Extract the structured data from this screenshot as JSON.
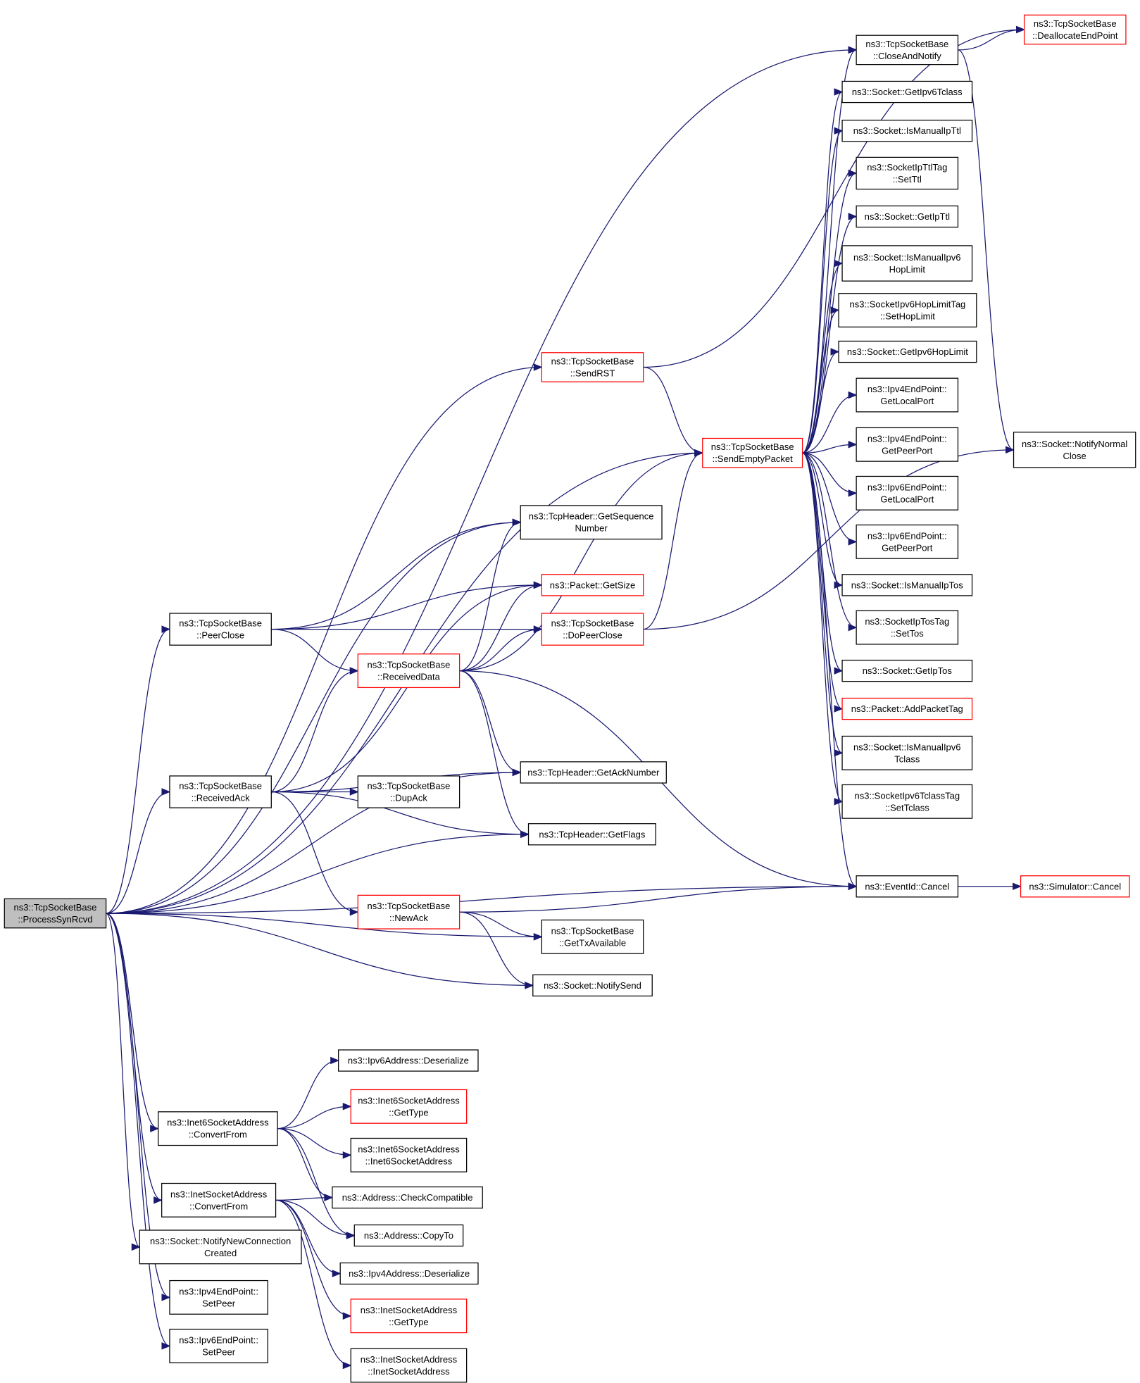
{
  "colors": {
    "edge": "#191970",
    "node_border": "#000000",
    "truncated_border": "#ff0000",
    "root_fill": "#bfbfbf",
    "background": "#ffffff"
  },
  "nodes": [
    {
      "id": "root",
      "lines": [
        "ns3::TcpSocketBase",
        "::ProcessSynRcvd"
      ],
      "style": "root"
    },
    {
      "id": "sendRST",
      "lines": [
        "ns3::TcpSocketBase",
        "::SendRST"
      ],
      "style": "truncated"
    },
    {
      "id": "sendEmpty",
      "lines": [
        "ns3::TcpSocketBase",
        "::SendEmptyPacket"
      ],
      "style": "truncated"
    },
    {
      "id": "closeNotify",
      "lines": [
        "ns3::TcpSocketBase",
        "::CloseAndNotify"
      ],
      "style": "normal"
    },
    {
      "id": "dealloc",
      "lines": [
        "ns3::TcpSocketBase",
        "::DeallocateEndPoint"
      ],
      "style": "truncated"
    },
    {
      "id": "notifyNormal",
      "lines": [
        "ns3::Socket::NotifyNormal",
        "Close"
      ],
      "style": "normal"
    },
    {
      "id": "getIpv6Tclass",
      "lines": [
        "ns3::Socket::GetIpv6Tclass"
      ],
      "style": "normal"
    },
    {
      "id": "isManualIpTtl",
      "lines": [
        "ns3::Socket::IsManualIpTtl"
      ],
      "style": "normal"
    },
    {
      "id": "setTtl",
      "lines": [
        "ns3::SocketIpTtlTag",
        "::SetTtl"
      ],
      "style": "normal"
    },
    {
      "id": "getIpTtl",
      "lines": [
        "ns3::Socket::GetIpTtl"
      ],
      "style": "normal"
    },
    {
      "id": "isManualIpv6Hop",
      "lines": [
        "ns3::Socket::IsManualIpv6",
        "HopLimit"
      ],
      "style": "normal"
    },
    {
      "id": "setHopLimit",
      "lines": [
        "ns3::SocketIpv6HopLimitTag",
        "::SetHopLimit"
      ],
      "style": "normal"
    },
    {
      "id": "getIpv6HopLimit",
      "lines": [
        "ns3::Socket::GetIpv6HopLimit"
      ],
      "style": "normal"
    },
    {
      "id": "ipv4LocalPort",
      "lines": [
        "ns3::Ipv4EndPoint::",
        "GetLocalPort"
      ],
      "style": "normal"
    },
    {
      "id": "ipv4PeerPort",
      "lines": [
        "ns3::Ipv4EndPoint::",
        "GetPeerPort"
      ],
      "style": "normal"
    },
    {
      "id": "ipv6LocalPort",
      "lines": [
        "ns3::Ipv6EndPoint::",
        "GetLocalPort"
      ],
      "style": "normal"
    },
    {
      "id": "ipv6PeerPort",
      "lines": [
        "ns3::Ipv6EndPoint::",
        "GetPeerPort"
      ],
      "style": "normal"
    },
    {
      "id": "isManualIpTos",
      "lines": [
        "ns3::Socket::IsManualIpTos"
      ],
      "style": "normal"
    },
    {
      "id": "setTos",
      "lines": [
        "ns3::SocketIpTosTag",
        "::SetTos"
      ],
      "style": "normal"
    },
    {
      "id": "getIpTos",
      "lines": [
        "ns3::Socket::GetIpTos"
      ],
      "style": "normal"
    },
    {
      "id": "addPacketTag",
      "lines": [
        "ns3::Packet::AddPacketTag"
      ],
      "style": "truncated"
    },
    {
      "id": "isManualIpv6Tclass",
      "lines": [
        "ns3::Socket::IsManualIpv6",
        "Tclass"
      ],
      "style": "normal"
    },
    {
      "id": "setTclass",
      "lines": [
        "ns3::SocketIpv6TclassTag",
        "::SetTclass"
      ],
      "style": "normal"
    },
    {
      "id": "getSeqNum",
      "lines": [
        "ns3::TcpHeader::GetSequence",
        "Number"
      ],
      "style": "normal"
    },
    {
      "id": "getSize",
      "lines": [
        "ns3::Packet::GetSize"
      ],
      "style": "truncated"
    },
    {
      "id": "peerClose",
      "lines": [
        "ns3::TcpSocketBase",
        "::PeerClose"
      ],
      "style": "normal"
    },
    {
      "id": "doPeerClose",
      "lines": [
        "ns3::TcpSocketBase",
        "::DoPeerClose"
      ],
      "style": "truncated"
    },
    {
      "id": "receivedData",
      "lines": [
        "ns3::TcpSocketBase",
        "::ReceivedData"
      ],
      "style": "truncated"
    },
    {
      "id": "getAckNum",
      "lines": [
        "ns3::TcpHeader::GetAckNumber"
      ],
      "style": "normal"
    },
    {
      "id": "receivedAck",
      "lines": [
        "ns3::TcpSocketBase",
        "::ReceivedAck"
      ],
      "style": "normal"
    },
    {
      "id": "dupAck",
      "lines": [
        "ns3::TcpSocketBase",
        "::DupAck"
      ],
      "style": "normal"
    },
    {
      "id": "getFlags",
      "lines": [
        "ns3::TcpHeader::GetFlags"
      ],
      "style": "normal"
    },
    {
      "id": "eventCancel",
      "lines": [
        "ns3::EventId::Cancel"
      ],
      "style": "normal"
    },
    {
      "id": "simCancel",
      "lines": [
        "ns3::Simulator::Cancel"
      ],
      "style": "truncated"
    },
    {
      "id": "newAck",
      "lines": [
        "ns3::TcpSocketBase",
        "::NewAck"
      ],
      "style": "truncated"
    },
    {
      "id": "getTxAvail",
      "lines": [
        "ns3::TcpSocketBase",
        "::GetTxAvailable"
      ],
      "style": "normal"
    },
    {
      "id": "notifySend",
      "lines": [
        "ns3::Socket::NotifySend"
      ],
      "style": "normal"
    },
    {
      "id": "ipv6Deser",
      "lines": [
        "ns3::Ipv6Address::Deserialize"
      ],
      "style": "normal"
    },
    {
      "id": "inet6ConvertFrom",
      "lines": [
        "ns3::Inet6SocketAddress",
        "::ConvertFrom"
      ],
      "style": "normal"
    },
    {
      "id": "inet6GetType",
      "lines": [
        "ns3::Inet6SocketAddress",
        "::GetType"
      ],
      "style": "truncated"
    },
    {
      "id": "inet6Ctor",
      "lines": [
        "ns3::Inet6SocketAddress",
        "::Inet6SocketAddress"
      ],
      "style": "normal"
    },
    {
      "id": "inetConvertFrom",
      "lines": [
        "ns3::InetSocketAddress",
        "::ConvertFrom"
      ],
      "style": "normal"
    },
    {
      "id": "checkCompat",
      "lines": [
        "ns3::Address::CheckCompatible"
      ],
      "style": "normal"
    },
    {
      "id": "copyTo",
      "lines": [
        "ns3::Address::CopyTo"
      ],
      "style": "normal"
    },
    {
      "id": "notifyNewConn",
      "lines": [
        "ns3::Socket::NotifyNewConnection",
        "Created"
      ],
      "style": "normal"
    },
    {
      "id": "ipv4Deser",
      "lines": [
        "ns3::Ipv4Address::Deserialize"
      ],
      "style": "normal"
    },
    {
      "id": "ipv4SetPeer",
      "lines": [
        "ns3::Ipv4EndPoint::",
        "SetPeer"
      ],
      "style": "normal"
    },
    {
      "id": "inetGetType",
      "lines": [
        "ns3::InetSocketAddress",
        "::GetType"
      ],
      "style": "truncated"
    },
    {
      "id": "ipv6SetPeer",
      "lines": [
        "ns3::Ipv6EndPoint::",
        "SetPeer"
      ],
      "style": "normal"
    },
    {
      "id": "inetCtor",
      "lines": [
        "ns3::InetSocketAddress",
        "::InetSocketAddress"
      ],
      "style": "normal"
    }
  ],
  "edges": [
    [
      "root",
      "sendRST"
    ],
    [
      "root",
      "sendEmpty"
    ],
    [
      "root",
      "closeNotify"
    ],
    [
      "root",
      "getSeqNum"
    ],
    [
      "root",
      "peerClose"
    ],
    [
      "root",
      "getAckNum"
    ],
    [
      "root",
      "receivedAck"
    ],
    [
      "root",
      "getFlags"
    ],
    [
      "root",
      "getTxAvail"
    ],
    [
      "root",
      "notifySend"
    ],
    [
      "root",
      "eventCancel"
    ],
    [
      "root",
      "inet6ConvertFrom"
    ],
    [
      "root",
      "inetConvertFrom"
    ],
    [
      "root",
      "notifyNewConn"
    ],
    [
      "root",
      "ipv4SetPeer"
    ],
    [
      "root",
      "ipv6SetPeer"
    ],
    [
      "sendRST",
      "dealloc"
    ],
    [
      "sendRST",
      "sendEmpty"
    ],
    [
      "closeNotify",
      "dealloc"
    ],
    [
      "closeNotify",
      "notifyNormal"
    ],
    [
      "sendEmpty",
      "closeNotify"
    ],
    [
      "sendEmpty",
      "getIpv6Tclass"
    ],
    [
      "sendEmpty",
      "isManualIpTtl"
    ],
    [
      "sendEmpty",
      "setTtl"
    ],
    [
      "sendEmpty",
      "getIpTtl"
    ],
    [
      "sendEmpty",
      "isManualIpv6Hop"
    ],
    [
      "sendEmpty",
      "setHopLimit"
    ],
    [
      "sendEmpty",
      "getIpv6HopLimit"
    ],
    [
      "sendEmpty",
      "ipv4LocalPort"
    ],
    [
      "sendEmpty",
      "ipv4PeerPort"
    ],
    [
      "sendEmpty",
      "ipv6LocalPort"
    ],
    [
      "sendEmpty",
      "ipv6PeerPort"
    ],
    [
      "sendEmpty",
      "isManualIpTos"
    ],
    [
      "sendEmpty",
      "setTos"
    ],
    [
      "sendEmpty",
      "getIpTos"
    ],
    [
      "sendEmpty",
      "addPacketTag"
    ],
    [
      "sendEmpty",
      "isManualIpv6Tclass"
    ],
    [
      "sendEmpty",
      "setTclass"
    ],
    [
      "sendEmpty",
      "eventCancel"
    ],
    [
      "peerClose",
      "getSeqNum"
    ],
    [
      "peerClose",
      "getSize"
    ],
    [
      "peerClose",
      "doPeerClose"
    ],
    [
      "peerClose",
      "receivedData"
    ],
    [
      "doPeerClose",
      "sendEmpty"
    ],
    [
      "doPeerClose",
      "notifyNormal"
    ],
    [
      "receivedData",
      "getSeqNum"
    ],
    [
      "receivedData",
      "getSize"
    ],
    [
      "receivedData",
      "doPeerClose"
    ],
    [
      "receivedData",
      "sendEmpty"
    ],
    [
      "receivedData",
      "getAckNum"
    ],
    [
      "receivedData",
      "getFlags"
    ],
    [
      "receivedData",
      "eventCancel"
    ],
    [
      "receivedAck",
      "getSize"
    ],
    [
      "receivedAck",
      "receivedData"
    ],
    [
      "receivedAck",
      "getAckNum"
    ],
    [
      "receivedAck",
      "dupAck"
    ],
    [
      "receivedAck",
      "getFlags"
    ],
    [
      "receivedAck",
      "newAck"
    ],
    [
      "newAck",
      "eventCancel"
    ],
    [
      "newAck",
      "getTxAvail"
    ],
    [
      "newAck",
      "notifySend"
    ],
    [
      "eventCancel",
      "simCancel"
    ],
    [
      "inet6ConvertFrom",
      "ipv6Deser"
    ],
    [
      "inet6ConvertFrom",
      "inet6GetType"
    ],
    [
      "inet6ConvertFrom",
      "inet6Ctor"
    ],
    [
      "inet6ConvertFrom",
      "checkCompat"
    ],
    [
      "inet6ConvertFrom",
      "copyTo"
    ],
    [
      "inetConvertFrom",
      "checkCompat"
    ],
    [
      "inetConvertFrom",
      "copyTo"
    ],
    [
      "inetConvertFrom",
      "ipv4Deser"
    ],
    [
      "inetConvertFrom",
      "inetGetType"
    ],
    [
      "inetConvertFrom",
      "inetCtor"
    ]
  ]
}
